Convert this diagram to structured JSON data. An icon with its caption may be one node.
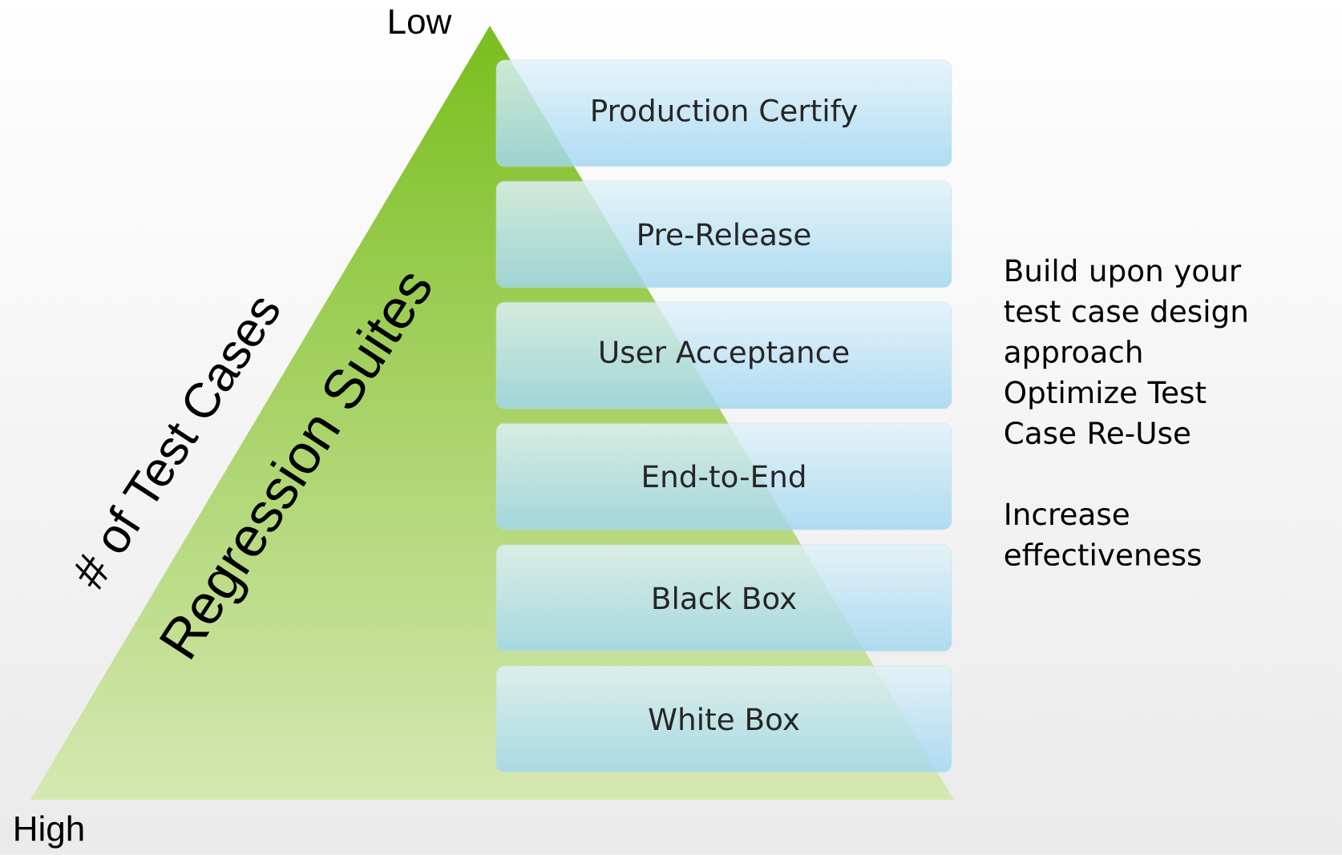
{
  "diagram": {
    "nodes": [
      {
        "text": [
          "Production Certify"
        ]
      },
      {
        "text": [
          "Pre-Release"
        ]
      },
      {
        "text": [
          "User Acceptance"
        ]
      },
      {
        "text": [
          "End-to-End"
        ]
      },
      {
        "text": [
          "Black Box"
        ]
      },
      {
        "text": [
          "White Box"
        ]
      }
    ],
    "labels": [
      "Low",
      "# of Test Cases",
      "Regression Suites",
      "Build upon your test case design approach",
      "Optimize Test Case Re-Use",
      "Increase effectiveness",
      "High"
    ]
  }
}
